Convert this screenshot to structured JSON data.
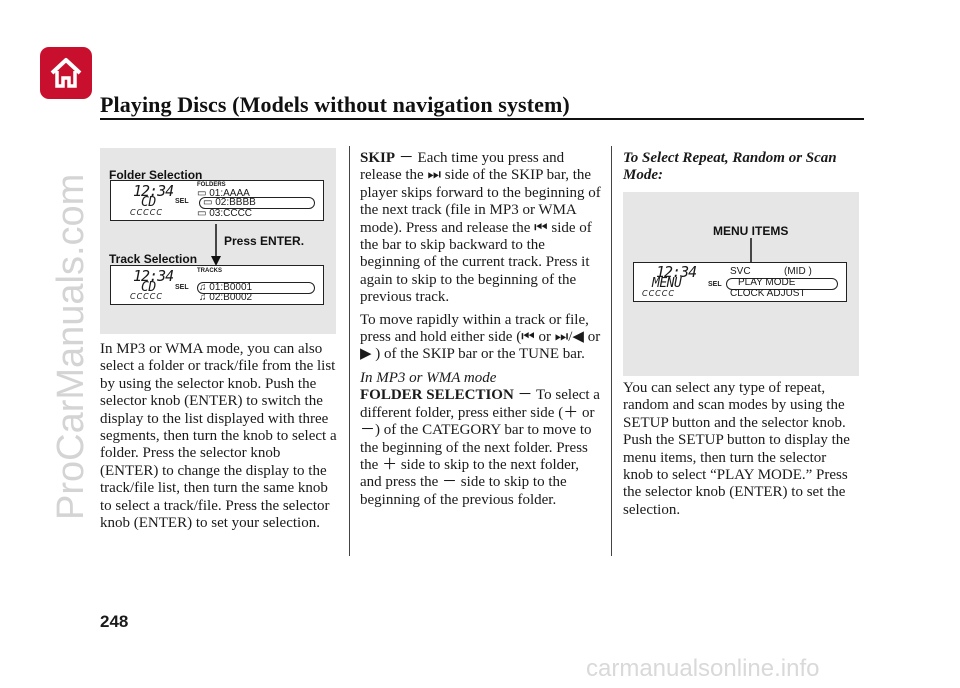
{
  "header": {
    "home_icon": "home-icon",
    "title": "Playing Discs (Models without navigation system)"
  },
  "figure_left": {
    "folder_label": "Folder Selection",
    "track_label": "Track Selection",
    "press_enter": "Press ENTER.",
    "clock": "12:34",
    "mode": "CD",
    "dots": "CCCCC",
    "sel": "SEL",
    "folders_header": "FOLDERS",
    "folders": [
      "01:AAAA",
      "02:BBBB",
      "03:CCCC"
    ],
    "tracks_header": "TRACKS",
    "tracks": [
      "01:B0001",
      "02:B0002"
    ]
  },
  "col1": {
    "para": "In MP3 or WMA mode, you can also select a folder or track/file from the list by using the selector knob. Push the selector knob (ENTER) to switch the display to the list displayed with three segments, then turn the knob to select a folder. Press the selector knob (ENTER) to change the display to the track/file list, then turn the same knob to select a track/file. Press the selector knob (ENTER) to set your selection."
  },
  "col2": {
    "skip_term": "SKIP",
    "dash": "－",
    "skip_a": "Each time you press and release the",
    "skip_b": "side of the SKIP bar, the player skips forward to the beginning of the next track (file in MP3 or WMA mode). Press and release the",
    "skip_c": "side of the bar to skip backward to the beginning of the current track. Press it again to skip to the beginning of the previous track.",
    "rapid_a": "To move rapidly within a track or file, press and hold either side (",
    "or1": "or",
    "slash": "/",
    "or2": "or",
    "rapid_b": ") of the SKIP bar or the TUNE bar.",
    "mp3_heading": "In MP3 or WMA mode",
    "folder_term": "FOLDER SELECTION",
    "folder_text": "To select a different folder, press either side (＋ or －) of the CATEGORY bar to move to the beginning of the next folder. Press the ＋ side to skip to the next folder, and press the － side to skip to the beginning of the previous folder."
  },
  "col3": {
    "heading": "To Select Repeat, Random or Scan Mode:",
    "menu_items_label": "MENU ITEMS",
    "clock": "12:34",
    "mode": "MENU",
    "dots": "CCCCC",
    "sel": "SEL",
    "items": [
      "SVC",
      "(MID )",
      "PLAY MODE",
      "CLOCK ADJUST"
    ],
    "para": "You can select any type of repeat, random and scan modes by using the SETUP button and the selector knob. Push the SETUP button to display the menu items, then turn the selector knob to select “PLAY MODE.” Press the selector knob (ENTER) to set the selection."
  },
  "footer": {
    "page_number": "248"
  },
  "watermark": {
    "side": "ProCarManuals.com",
    "bottom": "carmanualsonline.info"
  }
}
